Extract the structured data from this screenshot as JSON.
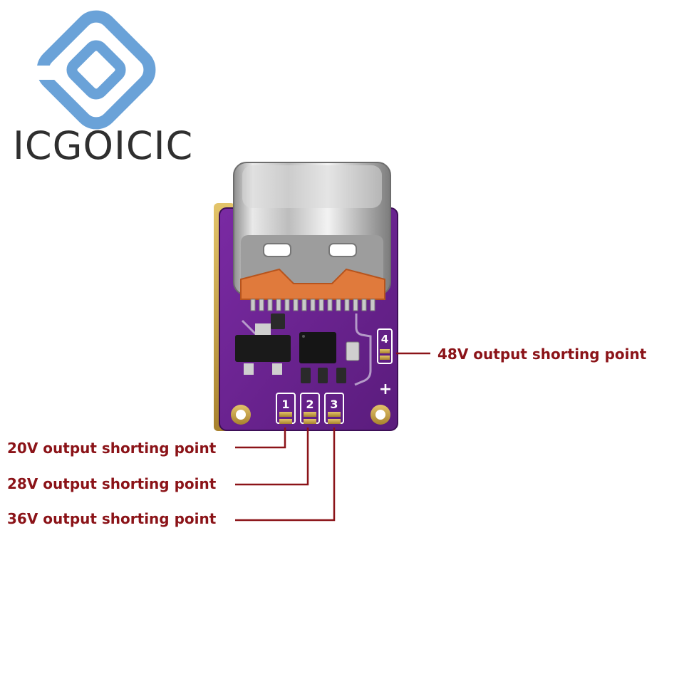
{
  "brand": {
    "name": "ICGOICIC",
    "logo_color": "#6aa2d8"
  },
  "board": {
    "pcb_color": "#6c2392",
    "connector": "usb-type-c",
    "silkscreen": {
      "pad_1": "1",
      "pad_2": "2",
      "pad_3": "3",
      "pad_4": "4",
      "plus": "+"
    }
  },
  "callouts": {
    "v48": "48V output shorting point",
    "v20": "20V output shorting point",
    "v28": "28V output shorting point",
    "v36": "36V output shorting point",
    "color": "#8b1318"
  }
}
